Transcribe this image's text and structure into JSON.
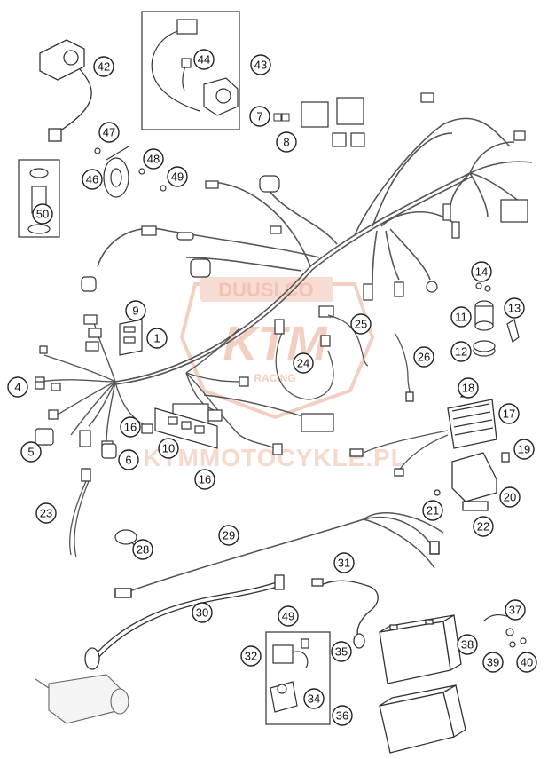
{
  "diagram": {
    "callouts": [
      "1",
      "4",
      "5",
      "6",
      "7",
      "8",
      "9",
      "10",
      "11",
      "12",
      "13",
      "14",
      "16",
      "16",
      "17",
      "18",
      "19",
      "20",
      "21",
      "22",
      "23",
      "24",
      "25",
      "26",
      "28",
      "29",
      "30",
      "31",
      "32",
      "34",
      "35",
      "36",
      "37",
      "38",
      "39",
      "40",
      "42",
      "43",
      "44",
      "46",
      "47",
      "48",
      "49",
      "49",
      "50"
    ]
  },
  "watermark": {
    "top": "DUUSI.CO",
    "center": "KTM",
    "sub": "RACING",
    "bottom": "KTMMOTOCYKLE.PL"
  },
  "colors": {
    "line": "#333333",
    "wire": "#555555",
    "watermark": "#f2c7b8",
    "watermark_text": "#f0b9a5"
  }
}
